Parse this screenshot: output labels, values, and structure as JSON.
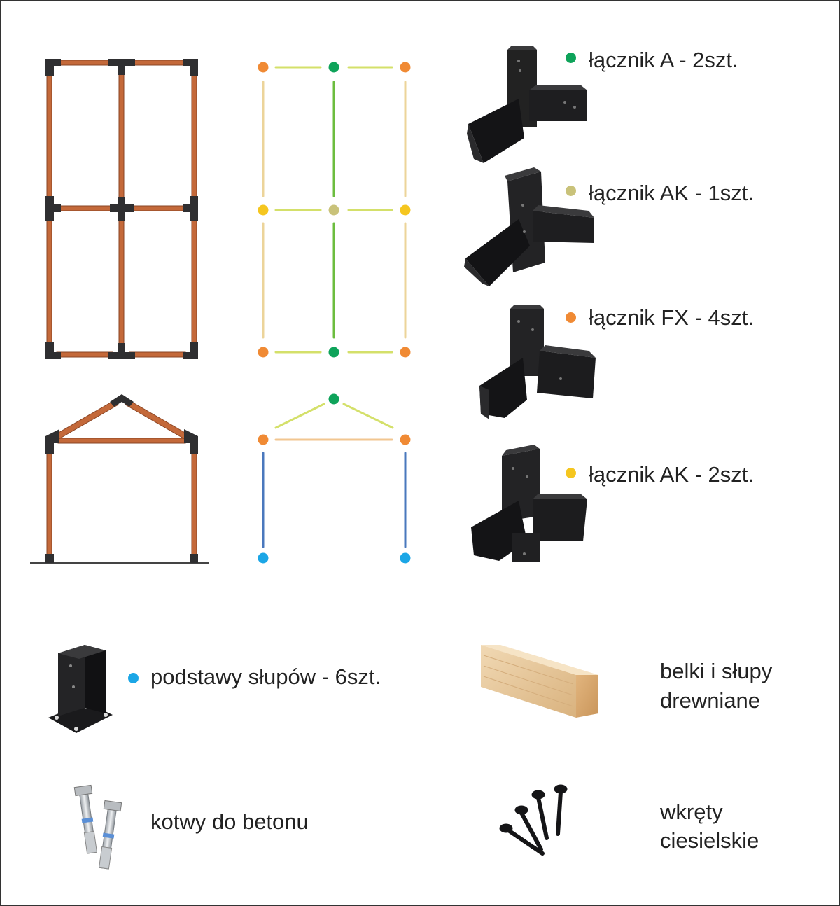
{
  "colors": {
    "beam": "#c4693a",
    "connector": "#2f2f31",
    "ground": "#444444",
    "dot_a": "#0ea35a",
    "dot_ak1": "#c9c27a",
    "dot_fx": "#f08a34",
    "dot_ak2": "#f5c61f",
    "dot_base": "#1ba6e6",
    "line_yellow_green": "#d4e06a",
    "line_tan": "#ecd49a",
    "line_green": "#6cbd3f",
    "line_peach": "#f2c690",
    "line_blue": "#4a78bd"
  },
  "connectors": [
    {
      "label": "łącznik A - 2szt.",
      "dot": "dot_a",
      "icon": "connector-a-icon"
    },
    {
      "label": "łącznik AK - 1szt.",
      "dot": "dot_ak1",
      "icon": "connector-ak-1-icon"
    },
    {
      "label": "łącznik FX - 4szt.",
      "dot": "dot_fx",
      "icon": "connector-fx-icon"
    },
    {
      "label": "łącznik AK - 2szt.",
      "dot": "dot_ak2",
      "icon": "connector-ak-2-icon"
    }
  ],
  "accessories": {
    "post_base": {
      "label": "podstawy słupów - 6szt.",
      "icon": "post-base-icon"
    },
    "timber": {
      "line1": "belki i słupy",
      "line2": "drewniane",
      "icon": "timber-beam-icon"
    },
    "anchors": {
      "label": "kotwy do betonu",
      "icon": "concrete-anchor-icon"
    },
    "screws": {
      "line1": "wkręty",
      "line2": "ciesielskie",
      "icon": "carpentry-screw-icon"
    }
  }
}
